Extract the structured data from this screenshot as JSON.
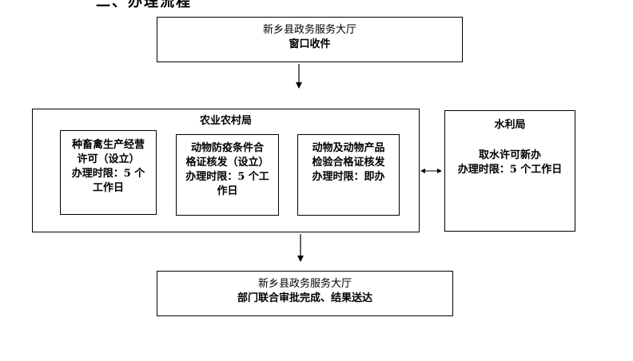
{
  "header_cutoff": "二、办理流程",
  "intake": {
    "line1": "新乡县政务服务大厅",
    "line2": "窗口收件"
  },
  "agriculture": {
    "title": "农业农村局",
    "items": [
      {
        "lines": [
          "种畜禽生产经营",
          "许可（设立）",
          "办理时限：5 个",
          "工作日"
        ]
      },
      {
        "lines": [
          "动物防疫条件合",
          "格证核发（设立）",
          "办理时限：5 个工",
          "作日"
        ]
      },
      {
        "lines": [
          "动物及动物产品",
          "检验合格证核发",
          "办理时限：即办"
        ]
      }
    ]
  },
  "water": {
    "title": "水利局",
    "line1": "取水许可新办",
    "line2": "办理时限：5 个工作日"
  },
  "result": {
    "line1": "新乡县政务服务大厅",
    "line2": "部门联合审批完成、结果送达"
  }
}
